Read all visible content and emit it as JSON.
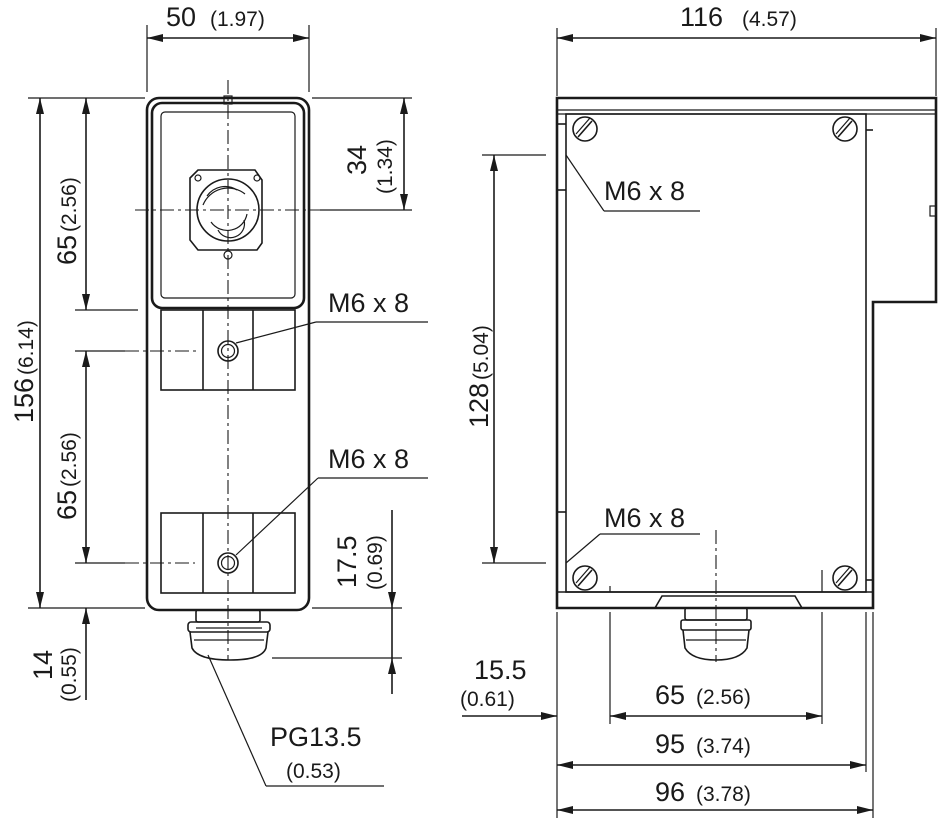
{
  "front_view": {
    "dims": {
      "width": {
        "value": "50",
        "inch": "(1.97)"
      },
      "height": {
        "value": "156",
        "inch": "(6.14)"
      },
      "top_section": {
        "value": "65",
        "inch": "(2.56)"
      },
      "mid_section": {
        "value": "65",
        "inch": "(2.56)"
      },
      "sensor_face": {
        "value": "34",
        "inch": "(1.34)"
      },
      "bottom_hole": {
        "value": "17.5",
        "inch": "(0.69)"
      },
      "gland": {
        "value": "14",
        "inch": "(0.55)"
      }
    },
    "callouts": {
      "upper_hole": "M6 x 8",
      "lower_hole": "M6 x 8",
      "cable_gland": {
        "value": "PG13.5",
        "inch": "(0.53)"
      }
    }
  },
  "side_view": {
    "dims": {
      "width": {
        "value": "116",
        "inch": "(4.57)"
      },
      "hole_spacing_v": {
        "value": "128",
        "inch": "(5.04)"
      },
      "edge_offset": {
        "value": "15.5",
        "inch": "(0.61)"
      },
      "hole_spacing_h": {
        "value": "65",
        "inch": "(2.56)"
      },
      "body_width": {
        "value": "95",
        "inch": "(3.74)"
      },
      "base_width": {
        "value": "96",
        "inch": "(3.78)"
      }
    },
    "callouts": {
      "upper_screw": "M6 x 8",
      "lower_screw": "M6 x 8"
    }
  }
}
